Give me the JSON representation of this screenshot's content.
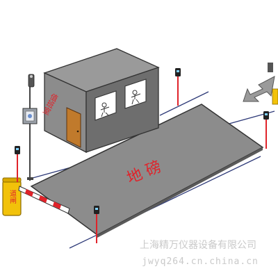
{
  "scale": {
    "label": "地 磅"
  },
  "booth": {
    "wall_label": "值班室"
  },
  "gate": {
    "label": "道闸"
  },
  "watermark": {
    "line1": "上海精万仪器设备有限公司",
    "line2": "jwyq264.cn.china.cn"
  },
  "colors": {
    "scale_fill": "#8c8c8c",
    "booth_front": "#8c8c8c",
    "booth_side": "#6e6e6e",
    "booth_roof": "#9a9a9a",
    "label_red": "#e0232a",
    "gate_yellow": "#f2c20a",
    "road_line": "#2e3a78",
    "watermark": "#c9c9c9"
  },
  "icons": {
    "arrow": "arrow-down-left-icon",
    "camera": "camera-icon",
    "reader": "card-reader-icon"
  }
}
